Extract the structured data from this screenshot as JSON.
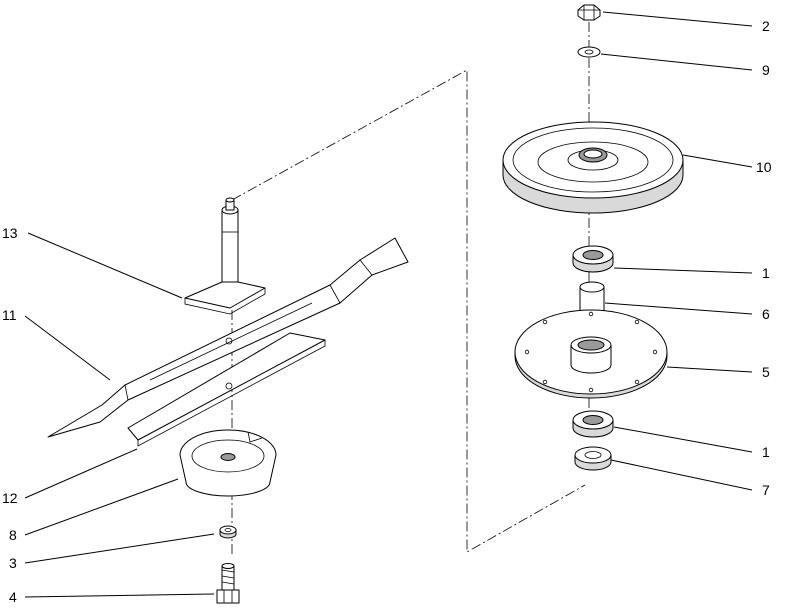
{
  "callouts": [
    {
      "id": "c-2-nut",
      "text": "2"
    },
    {
      "id": "c-9-washer",
      "text": "9"
    },
    {
      "id": "c-10-pulley",
      "text": "10"
    },
    {
      "id": "c-1-bearing-top",
      "text": "1"
    },
    {
      "id": "c-6-spacer",
      "text": "6"
    },
    {
      "id": "c-5-housing",
      "text": "5"
    },
    {
      "id": "c-1-bearing-bottom",
      "text": "1"
    },
    {
      "id": "c-7-seal",
      "text": "7"
    },
    {
      "id": "c-13-spindle",
      "text": "13"
    },
    {
      "id": "c-11-blade",
      "text": "11"
    },
    {
      "id": "c-12-stiffener",
      "text": "12"
    },
    {
      "id": "c-8-cup",
      "text": "8"
    },
    {
      "id": "c-3-washer",
      "text": "3"
    },
    {
      "id": "c-4-bolt",
      "text": "4"
    }
  ]
}
